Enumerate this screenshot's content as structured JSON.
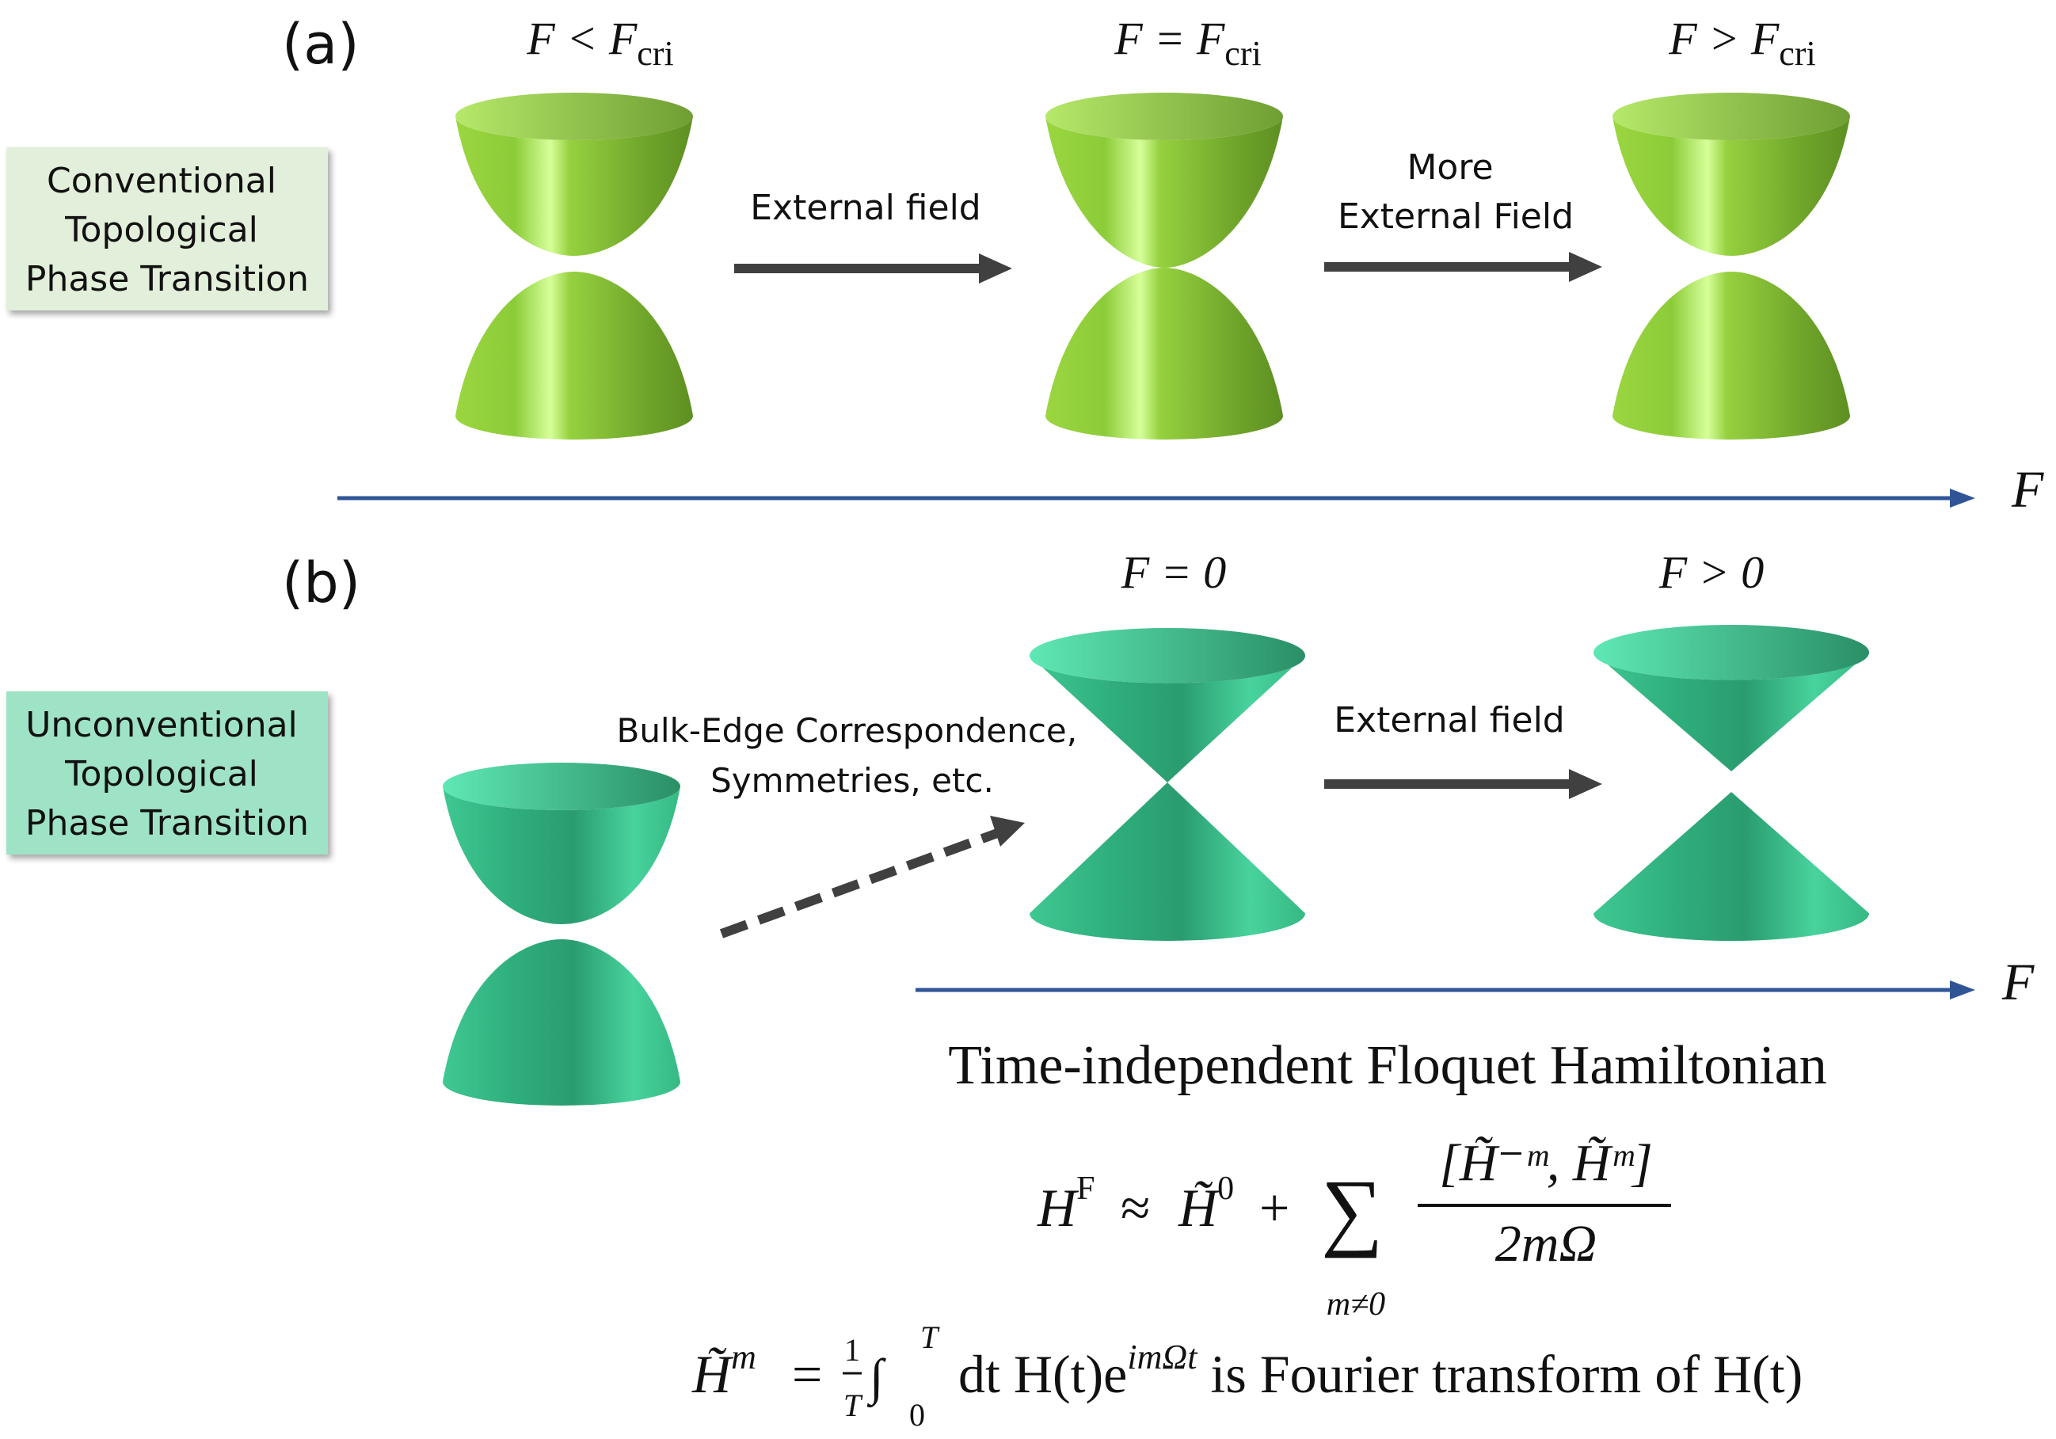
{
  "panel_a": {
    "label": "(a)",
    "box_lines": [
      "Conventional",
      "Topological",
      "Phase Transition"
    ],
    "box_color": "#e2efda",
    "band_color": "#8fcc3a",
    "states": [
      {
        "lhs": "F",
        "op": "<",
        "rhs": "F",
        "sub": "cri"
      },
      {
        "lhs": "F",
        "op": "=",
        "rhs": "F",
        "sub": "cri"
      },
      {
        "lhs": "F",
        "op": ">",
        "rhs": "F",
        "sub": "cri"
      }
    ],
    "arrow1_label": "External field",
    "arrow2_label_lines": [
      "More",
      "External Field"
    ],
    "axis_label": "F"
  },
  "panel_b": {
    "label": "(b)",
    "box_lines": [
      "Unconventional",
      "Topological",
      "Phase Transition"
    ],
    "box_color": "#9fe3c6",
    "band_color": "#3cc98f",
    "states": [
      {
        "text": "F = 0"
      },
      {
        "text": "F > 0"
      }
    ],
    "dashed_label_lines": [
      "Bulk-Edge Correspondence,",
      "Symmetries, etc."
    ],
    "arrow_label": "External field",
    "axis_label": "F"
  },
  "formulas": {
    "title": "Time-independent Floquet Hamiltonian",
    "eq1": {
      "lhs": "H",
      "lhs_sup": "F",
      "approx": "≈",
      "h0": "H̃",
      "h0_sup": "0",
      "plus": "+",
      "sum": "∑",
      "sum_sub": "m≠0",
      "numerator": "[H̃⁻ᵐ, H̃ᵐ]",
      "denominator": "2mΩ"
    },
    "eq2": {
      "lhs": "H̃",
      "lhs_sup": "m",
      "eq": "=",
      "frac_num": "1",
      "frac_den": "T",
      "integral": "∫",
      "int_lower": "0",
      "int_upper": "T",
      "body": "dt H(t)e",
      "exp": "imΩt",
      "tail": " is Fourier transform of H(t)"
    }
  },
  "colors": {
    "axis": "#2f5597",
    "arrow": "#404040"
  }
}
